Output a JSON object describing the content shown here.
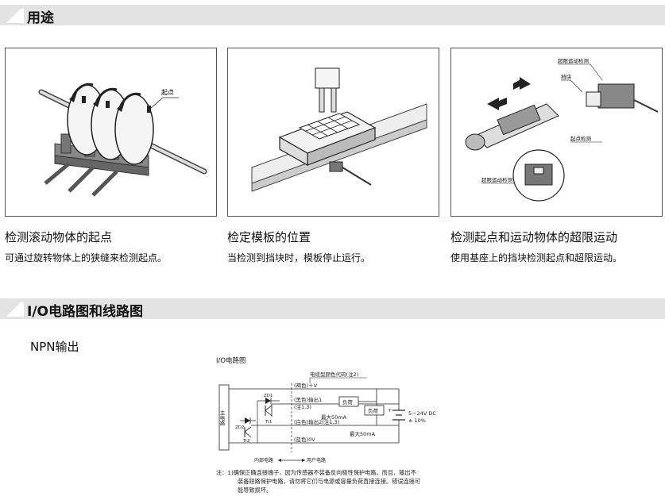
{
  "section_usage": {
    "title": "用途"
  },
  "section_io": {
    "title": "I/O电路图和线路图"
  },
  "applications": [
    {
      "title": "检测滚动物体的起点",
      "desc": "可通过旋转物体上的狭缝来检测起点。",
      "callouts": [
        "起点"
      ]
    },
    {
      "title": "检定模板的位置",
      "desc": "当检测到挡块时，模板停止运行。",
      "callouts": []
    },
    {
      "title": "检测起点和运动物体的超限运动",
      "desc": "使用基座上的挡块检测起点和超限运动。",
      "callouts": [
        "超限运动检测",
        "挡块",
        "起点检测",
        "超限运动检测"
      ]
    }
  ],
  "npn_heading": "NPN输出",
  "circuit": {
    "title": "I/O电路图",
    "cable_color_code": "电缆型颜色代码(注2)",
    "main_circuit": "主电路",
    "zd1": "ZD1",
    "zd2": "ZD2",
    "tr1": "Tr1",
    "tr2": "Tr2",
    "brown_v": "(褐色)＋V",
    "black_out1": "(黑色)输出1",
    "note_13a": "(注1,3)",
    "max_50ma_1": "最大50mA",
    "white_out2": "(白色)输出2(注1,3)",
    "max_50ma_2": "最大50mA",
    "blue_0v": "(蓝色)0V",
    "load_1": "负荷",
    "load_2": "负荷",
    "supply_voltage": "5－24V DC",
    "supply_tol": "± 10%",
    "internal_circuit": "内部电路",
    "user_circuit": "用户电路"
  },
  "notes": {
    "line1": "注：1)确保正确连接端子，因为传感器不装备反向极性保护电路。而且，输出不",
    "line2": "装备短路保护电路，请勿将它们与电源或容量负荷直接连接。错误连接可",
    "line3": "能导致损坏。"
  }
}
